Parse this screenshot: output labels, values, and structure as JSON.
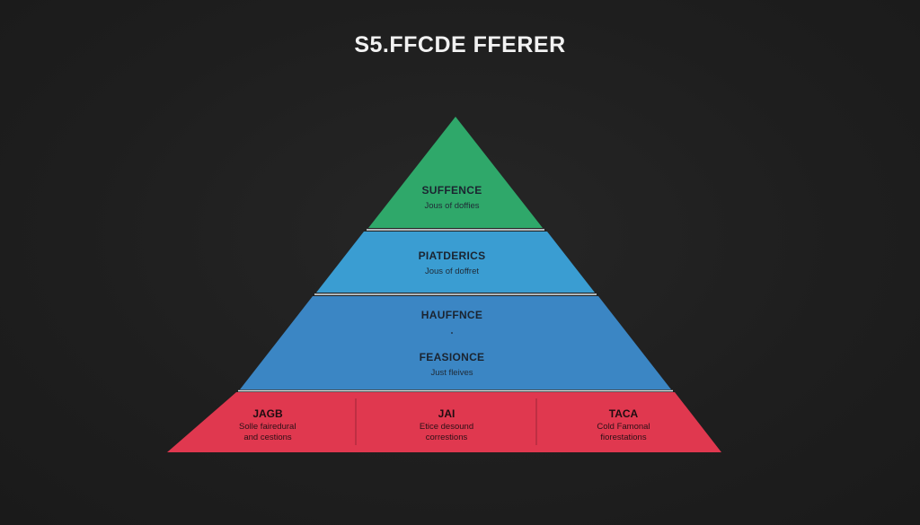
{
  "title": "S5.FFCDE FFERER",
  "colors": {
    "background": "#1f1f1f",
    "tier_top": "#2fa86a",
    "tier_second": "#3a9dd2",
    "tier_third": "#3b86c4",
    "tier_base": "#e0384f",
    "divider": "#e8eef2"
  },
  "pyramid": {
    "tiers": [
      {
        "heading": "SUFFENCE",
        "subtext": "Jous of doffies"
      },
      {
        "heading": "PIATDERICS",
        "subtext": "Jous of doffret"
      },
      {
        "heading": "HAUFFNCE",
        "heading2": "FEASIONCE",
        "subtext": "Just fleives"
      }
    ],
    "base_cells": [
      {
        "heading": "JAGB",
        "line1": "Solle faireduraI",
        "line2": "and cestions"
      },
      {
        "heading": "JAI",
        "line1": "Etice desound",
        "line2": "correstions"
      },
      {
        "heading": "TACA",
        "line1": "Cold Famonal",
        "line2": "fiorestations"
      }
    ]
  }
}
